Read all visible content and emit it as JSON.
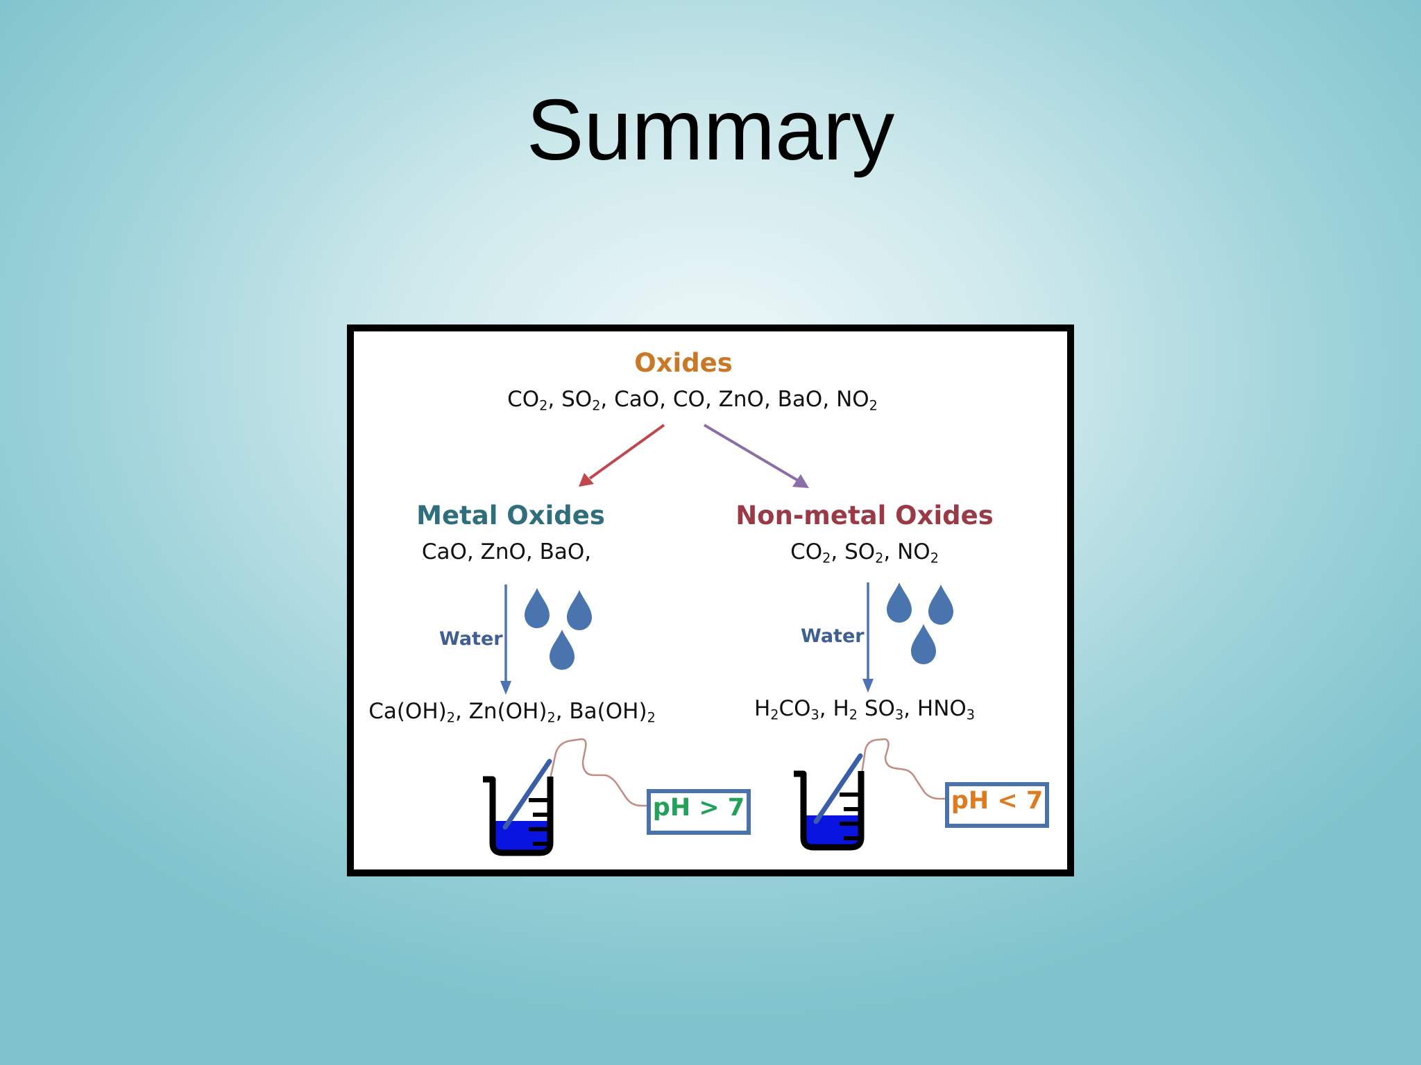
{
  "slide": {
    "title": "Summary"
  },
  "diagram": {
    "root": {
      "label": "Oxides",
      "formulas": [
        {
          "base": "CO",
          "sub": "2",
          "tail": ", "
        },
        {
          "base": "SO",
          "sub": "2",
          "tail": ", "
        },
        {
          "base": "CaO",
          "sub": "",
          "tail": ", "
        },
        {
          "base": "CO",
          "sub": "",
          "tail": ", "
        },
        {
          "base": "ZnO",
          "sub": "",
          "tail": ", "
        },
        {
          "base": "BaO",
          "sub": "",
          "tail": ", "
        },
        {
          "base": "NO",
          "sub": "2",
          "tail": ""
        }
      ]
    },
    "metal": {
      "label": "Metal Oxides",
      "examples": "CaO, ZnO, BaO,",
      "process": "Water",
      "products": [
        {
          "base": "Ca(OH)",
          "sub": "2",
          "tail": ", "
        },
        {
          "base": "Zn(OH)",
          "sub": "2",
          "tail": ", "
        },
        {
          "base": "Ba(OH)",
          "sub": "2",
          "tail": ""
        }
      ],
      "ph": "pH > 7"
    },
    "nonmetal": {
      "label": "Non-metal Oxides",
      "examples": [
        {
          "base": "CO",
          "sub": "2",
          "tail": ", "
        },
        {
          "base": "SO",
          "sub": "2",
          "tail": ", "
        },
        {
          "base": "NO",
          "sub": "2",
          "tail": ""
        }
      ],
      "process": "Water",
      "products": [
        {
          "base": "H",
          "sub": "2",
          "tail": ""
        },
        {
          "base": "CO",
          "sub": "3",
          "tail": ", "
        },
        {
          "base": "H",
          "sub": "2",
          "tail": " "
        },
        {
          "base": "SO",
          "sub": "3",
          "tail": ", "
        },
        {
          "base": "HNO",
          "sub": "3",
          "tail": ""
        }
      ],
      "ph": "pH < 7"
    },
    "colors": {
      "root_label": "#c87826",
      "metal_label": "#2f6e7b",
      "nonmetal_label": "#9a3a47",
      "arrow_left": "#c2464e",
      "arrow_right": "#8a6fa6",
      "water_arrow": "#4d73b3",
      "droplet": "#4a74ad",
      "ph_metal": "#21a15a",
      "ph_nonmetal": "#e07a1f",
      "ph_border": "#4b73a9",
      "liquid": "#0a14e0",
      "wire": "#c48a80"
    }
  }
}
